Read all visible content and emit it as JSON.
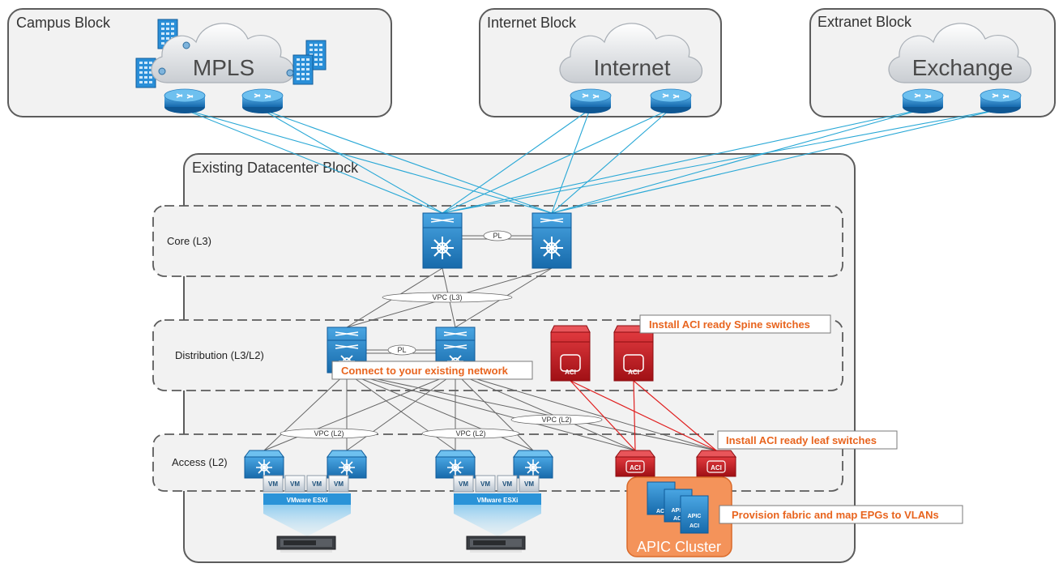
{
  "blocks": {
    "campus": {
      "title": "Campus Block",
      "cloud": "MPLS"
    },
    "internet": {
      "title": "Internet Block",
      "cloud": "Internet"
    },
    "extranet": {
      "title": "Extranet Block",
      "cloud": "Exchange"
    },
    "datacenter": {
      "title": "Existing Datacenter Block"
    }
  },
  "tiers": {
    "core": "Core (L3)",
    "distribution": "Distribution (L3/L2)",
    "access": "Access (L2)"
  },
  "links": {
    "core_pl": "PL",
    "dist_pl": "PL",
    "core_vpc": "VPC (L3)",
    "access_vpc_1": "VPC (L2)",
    "access_vpc_2": "VPC (L2)",
    "access_vpc_3": "VPC (L2)"
  },
  "callouts": {
    "spine": "Install ACI ready Spine switches",
    "existing": "Connect to your existing network",
    "leaf": "Install ACI ready leaf switches",
    "provision": "Provision fabric and map EPGs to VLANs"
  },
  "devices": {
    "vm_label": "VM",
    "esxi_label": "VMware ESXi",
    "aci_label": "ACI",
    "apic_label": "APIC",
    "apic_aci_label": "ACI",
    "apic_cluster": "APIC Cluster"
  },
  "colors": {
    "wan_link": "#29a8d6",
    "dc_link": "#666666",
    "aci_link": "#e02020",
    "callout": "#e8641e",
    "apic_cluster": "#f4935a",
    "switch_blue": "#1f7fc4",
    "aci_red": "#c8161d"
  }
}
